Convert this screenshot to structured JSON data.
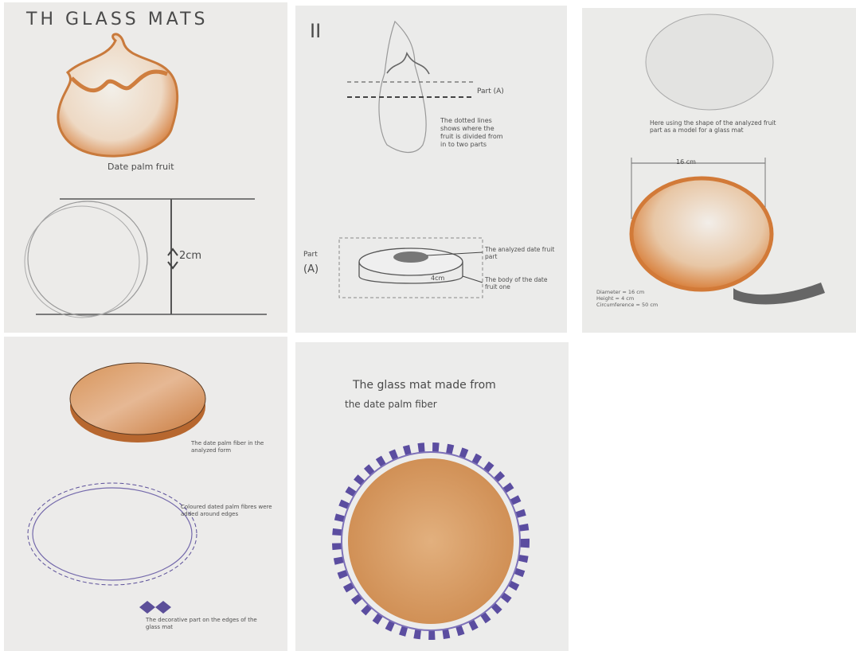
{
  "panel1": {
    "heading": "TH GLASS MATS",
    "caption": "Date palm fruit",
    "dimension": "2cm"
  },
  "panel2": {
    "numeral": "II",
    "part_label": "Part (A)",
    "dotted_note": "The dotted lines shows where the fruit is divided from in to two parts",
    "side_label_line1": "Part",
    "side_label_line2": "(A)",
    "callout_top": "The analyzed date fruit part",
    "callout_bottom": "The body of the date fruit one",
    "thickness": "4cm"
  },
  "panel3": {
    "note": "Here using the shape of the analyzed fruit part as a model for a glass mat",
    "width_label": "16 cm",
    "bullets": [
      "Diameter = 16 cm",
      "Height = 4 cm",
      "Circumference = 50 cm"
    ]
  },
  "panel4": {
    "caption_top": "The date palm fiber in the analyzed form",
    "caption_mid": "Coloured dated palm fibres were added around edges",
    "caption_bottom": "The decorative part on the edges of the glass mat"
  },
  "panel5": {
    "title_line1": "The glass mat made from",
    "title_line2": "the date palm fiber"
  },
  "colors": {
    "paper": "#e9e9e7",
    "pencil": "#555555",
    "orange": "#d98a4e",
    "purple": "#6b5bb0"
  }
}
